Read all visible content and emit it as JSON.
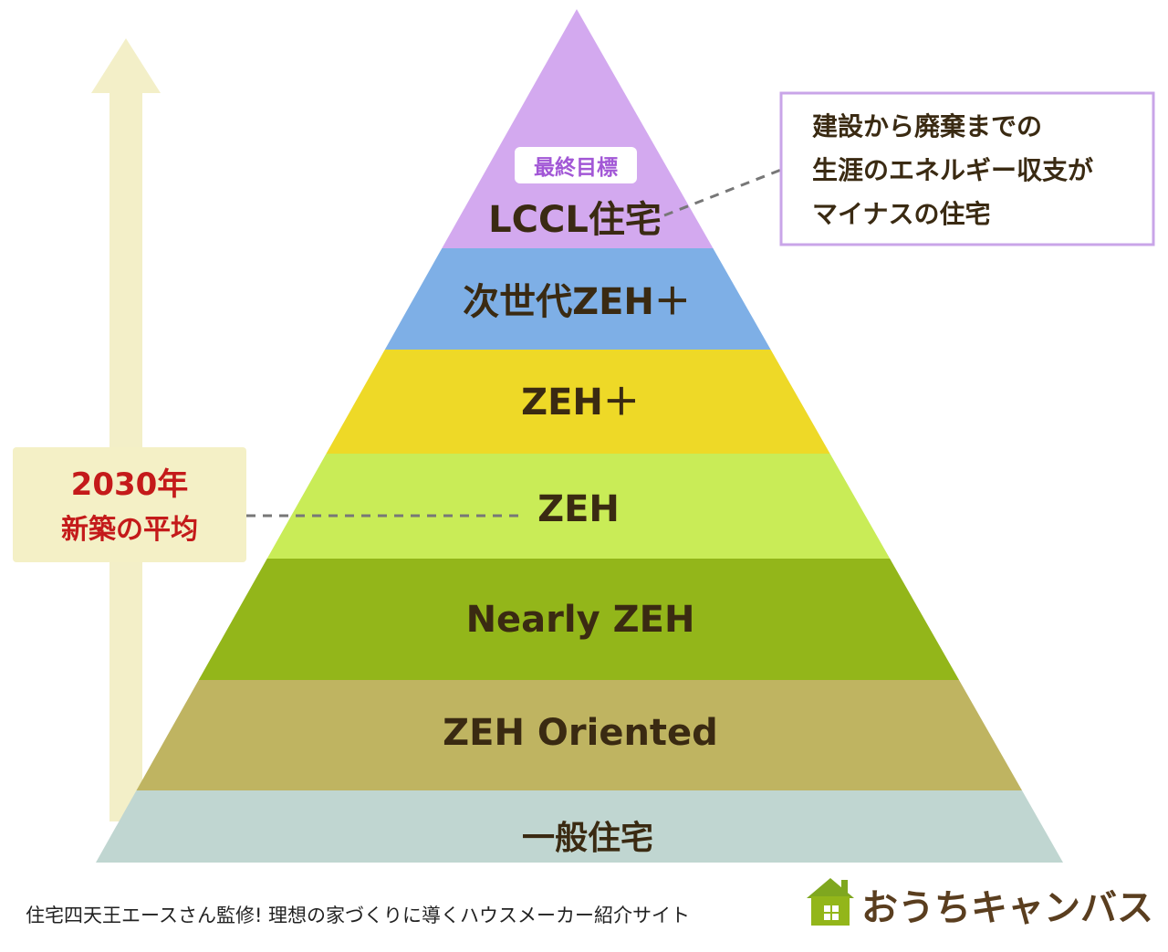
{
  "pyramid": {
    "tiers": [
      {
        "label": "LCCL住宅",
        "color": "#d3a9ef"
      },
      {
        "label": "次世代ZEH＋",
        "color": "#7eafe6"
      },
      {
        "label": "ZEH＋",
        "color": "#eed927"
      },
      {
        "label": "ZEH",
        "color": "#c9ec57"
      },
      {
        "label": "Nearly ZEH",
        "color": "#93b61a"
      },
      {
        "label": "ZEH Oriented",
        "color": "#bfb461"
      },
      {
        "label": "一般住宅",
        "color": "#c0d6d1"
      }
    ],
    "top_badge": "最終目標"
  },
  "note": {
    "lines": [
      "建設から廃棄までの",
      "生涯のエネルギー収支が",
      "マイナスの住宅"
    ],
    "border_color": "#c9a5e8"
  },
  "timeline": {
    "year": "2030年",
    "caption": "新築の平均",
    "arrow_color": "#f3efc8",
    "box_color": "#f4f0c6"
  },
  "footer": {
    "tagline": "住宅四天王エースさん監修! 理想の家づくりに導くハウスメーカー紹介サイト",
    "brand": "おうちキャンバス"
  }
}
